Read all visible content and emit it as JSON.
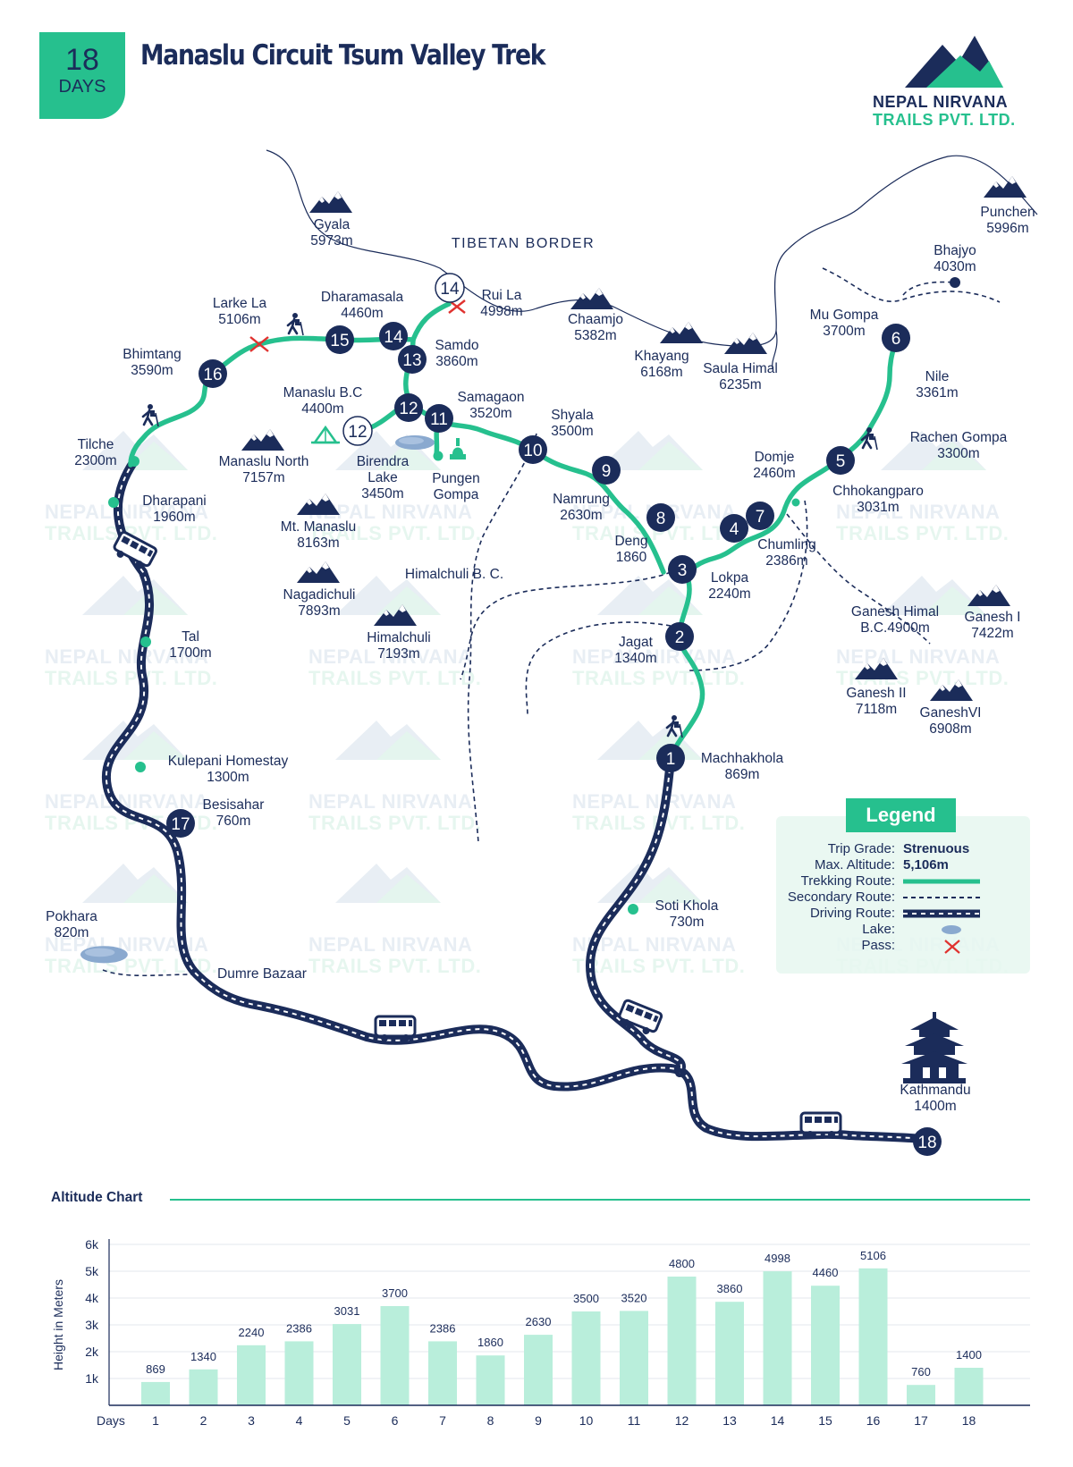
{
  "header": {
    "days_number": "18",
    "days_unit": "DAYS",
    "title": "Manaslu Circuit Tsum Valley Trek"
  },
  "brand": {
    "line1": "NEPAL NIRVANA",
    "line2": "TRAILS PVT. LTD.",
    "logo_icon": "mountain-peaks-icon"
  },
  "colors": {
    "navy": "#1b2c5a",
    "green": "#26c08e",
    "trek_route": "#26c08e",
    "driving_route": "#1b2c5a",
    "pass_marker": "#e0322f",
    "lake": "#8aa9cf",
    "bar_fill": "#b9eedb"
  },
  "map": {
    "border_label": "TIBETAN BORDER",
    "watermark_line1": "NEPAL NIRVANA",
    "watermark_line2": "TRAILS PVT. LTD.",
    "days": [
      "1",
      "2",
      "3",
      "4",
      "5",
      "6",
      "7",
      "8",
      "9",
      "10",
      "11",
      "12",
      "13",
      "14",
      "15",
      "16",
      "17",
      "18"
    ],
    "secondary_day_label": "14",
    "places": {
      "gyala": [
        "Gyala",
        "5973m"
      ],
      "punchen": [
        "Punchen",
        "5996m"
      ],
      "bhajyo": [
        "Bhajyo",
        "4030m"
      ],
      "larke_la": [
        "Larke  La",
        "5106m"
      ],
      "dharamasala": [
        "Dharamasala",
        "4460m"
      ],
      "rui_la": [
        "Rui La",
        "4998m"
      ],
      "chaamjo": [
        "Chaamjo",
        "5382m"
      ],
      "khayang": [
        "Khayang",
        "6168m"
      ],
      "saula_himal": [
        "Saula Himal",
        "6235m"
      ],
      "mu_gompa": [
        "Mu Gompa",
        "3700m"
      ],
      "bhimtang": [
        "Bhimtang",
        "3590m"
      ],
      "samdo": [
        "Samdo",
        "3860m"
      ],
      "manaslu_bc": [
        "Manaslu B.C",
        "4400m"
      ],
      "samagaon": [
        "Samagaon",
        "3520m"
      ],
      "nile": [
        "Nile",
        "3361m"
      ],
      "shyala": [
        "Shyala",
        "3500m"
      ],
      "rachen_gompa": [
        "Rachen Gompa",
        "3300m"
      ],
      "tilche": [
        "Tilche",
        "2300m"
      ],
      "manaslu_north": [
        "Manaslu North",
        "7157m"
      ],
      "birendra_lake": [
        "Birendra",
        "Lake",
        "3450m"
      ],
      "pungen_gompa": [
        "Pungen",
        "Gompa"
      ],
      "domje": [
        "Domje",
        "2460m"
      ],
      "chhokangparo": [
        "Chhokangparo",
        "3031m"
      ],
      "dharapani": [
        "Dharapani",
        "1960m"
      ],
      "namrung": [
        "Namrung",
        "2630m"
      ],
      "mt_manaslu": [
        "Mt. Manaslu",
        "8163m"
      ],
      "deng": [
        "Deng",
        "1860"
      ],
      "chumling": [
        "Chumling",
        "2386m"
      ],
      "himalchuli_bc": [
        "Himalchuli B. C."
      ],
      "lokpa": [
        "Lokpa",
        "2240m"
      ],
      "nagadichuli": [
        "Nagadichuli",
        "7893m"
      ],
      "ganesh_himal_bc": [
        "Ganesh Himal",
        "B.C.4900m"
      ],
      "ganesh_i": [
        "Ganesh I",
        "7422m"
      ],
      "tal": [
        "Tal",
        "1700m"
      ],
      "himalchuli": [
        "Himalchuli",
        "7193m"
      ],
      "jagat": [
        "Jagat",
        "1340m"
      ],
      "ganesh_ii": [
        "Ganesh II",
        "7118m"
      ],
      "ganesh_vi": [
        "GaneshVI",
        "6908m"
      ],
      "machhakhola": [
        "Machhakhola",
        "869m"
      ],
      "kulepani": [
        "Kulepani Homestay",
        "1300m"
      ],
      "besisahar": [
        "Besisahar",
        "760m"
      ],
      "soti_khola": [
        "Soti Khola",
        "730m"
      ],
      "pokhara": [
        "Pokhara",
        "820m"
      ],
      "dumre_bazaar": [
        "Dumre Bazaar"
      ],
      "kathmandu": [
        "Kathmandu",
        "1400m"
      ]
    }
  },
  "legend": {
    "title": "Legend",
    "trip_grade_label": "Trip Grade:",
    "trip_grade_value": "Strenuous",
    "max_altitude_label": "Max. Altitude:",
    "max_altitude_value": "5,106m",
    "trekking_route_label": "Trekking Route:",
    "secondary_route_label": "Secondary Route:",
    "driving_route_label": "Driving Route:",
    "lake_label": "Lake:",
    "pass_label": "Pass:"
  },
  "chart_data": {
    "type": "bar",
    "title": "Altitude Chart",
    "xlabel": "Days",
    "ylabel": "Height in Meters",
    "categories": [
      "1",
      "2",
      "3",
      "4",
      "5",
      "6",
      "7",
      "8",
      "9",
      "10",
      "11",
      "12",
      "13",
      "14",
      "15",
      "16",
      "17",
      "18"
    ],
    "values": [
      869,
      1340,
      2240,
      2386,
      3031,
      3700,
      2386,
      1860,
      2630,
      3500,
      3520,
      4800,
      3860,
      4998,
      4460,
      5106,
      760,
      1400
    ],
    "data_labels": [
      "869",
      "1340",
      "2240",
      "2386",
      "3031",
      "3700",
      "2386",
      "1860",
      "2630",
      "3500",
      "3520",
      "4800",
      "3860",
      "4998",
      "4460",
      "5106",
      "760",
      "1400"
    ],
    "yticks": [
      1000,
      2000,
      3000,
      4000,
      5000,
      6000
    ],
    "ytick_labels": [
      "1k",
      "2k",
      "3k",
      "4k",
      "5k",
      "6k"
    ],
    "ylim": [
      0,
      6000
    ],
    "grid": true,
    "legend": "none"
  }
}
